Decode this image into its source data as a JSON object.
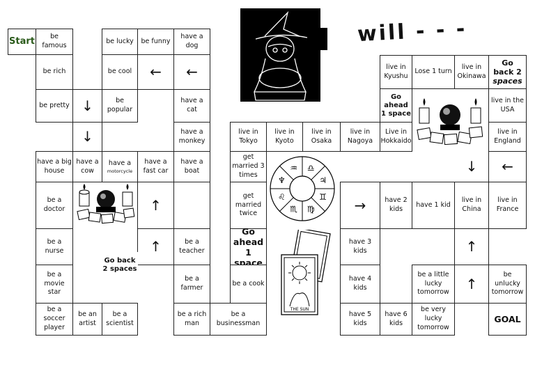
{
  "header": {
    "will_text": "will - - -",
    "flag_glyph": "■"
  },
  "cells": {
    "start": "Start",
    "be_famous": "be famous",
    "be_lucky": "be lucky",
    "be_funny": "be funny",
    "have_dog": "have a dog",
    "be_rich": "be rich",
    "be_cool": "be cool",
    "be_pretty": "be pretty",
    "be_popular": "be popular",
    "have_cat": "have a cat",
    "have_monkey": "have a monkey",
    "have_big_house": "have a big house",
    "have_cow": "have a cow",
    "have_motorcycle_1": "have a",
    "have_motorcycle_2": "motorcycle",
    "have_fast_car": "have a fast car",
    "have_boat": "have a boat",
    "be_doctor": "be a doctor",
    "be_nurse": "be a nurse",
    "be_teacher": "be a teacher",
    "go_back_2_left": "Go back 2 spaces",
    "be_movie_star": "be a movie star",
    "be_farmer": "be a farmer",
    "be_soccer_player": "be a soccer player",
    "be_artist": "be an artist",
    "be_scientist": "be a scientist",
    "be_rich_man": "be a rich man",
    "be_businessman": "be a businessman",
    "live_tokyo": "live in Tokyo",
    "live_kyoto": "live in Kyoto",
    "live_osaka": "live in Osaka",
    "live_nagoya": "live in Nagoya",
    "live_hokkaido": "Live in Hokkaido",
    "get_married_3": "get married 3 times",
    "get_married_2": "get married twice",
    "go_ahead_1_mid": "Go ahead 1 space",
    "be_cook": "be a cook",
    "live_kyushu": "live in Kyushu",
    "lose_turn": "Lose 1 turn",
    "live_okinawa": "live in Okinawa",
    "go_back_2_right_1": "Go",
    "go_back_2_right_2": "back 2",
    "go_back_2_right_3": "spaces",
    "go_ahead_1_right": "Go ahead 1 space",
    "live_usa": "live in the USA",
    "live_england": "live in England",
    "have_2_kids": "have 2 kids",
    "have_1_kid": "have 1 kid",
    "live_china": "live in China",
    "live_france": "live in France",
    "have_3_kids": "have 3 kids",
    "have_4_kids": "have 4 kids",
    "be_little_lucky": "be a little lucky tomorrow",
    "be_unlucky": "be unlucky tomorrow",
    "have_5_kids": "have 5 kids",
    "have_6_kids": "have 6 kids",
    "be_very_lucky": "be very lucky tomorrow",
    "goal": "GOAL"
  },
  "arrows": {
    "left": "←",
    "right": "→",
    "up": "↑",
    "down": "↓"
  },
  "zodiac_glyphs": [
    "♒",
    "♎",
    "♃",
    "♊",
    "♍",
    "♏",
    "♌",
    "♆"
  ],
  "tarot_card_label": "THE SUN"
}
